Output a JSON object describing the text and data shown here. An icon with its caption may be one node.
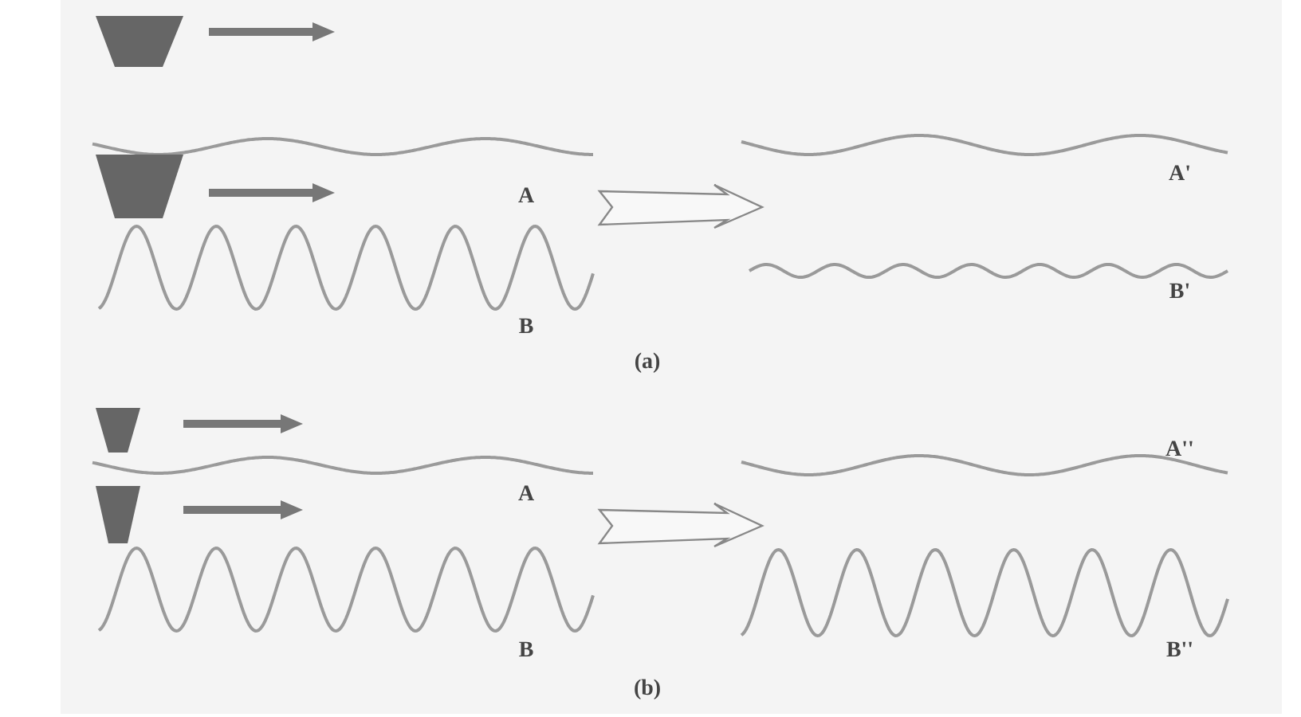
{
  "diagram": {
    "labels": [
      "A",
      "A'",
      "B'",
      "B",
      "(a)",
      "A''",
      "A",
      "B",
      "B''",
      "(b)"
    ]
  }
}
